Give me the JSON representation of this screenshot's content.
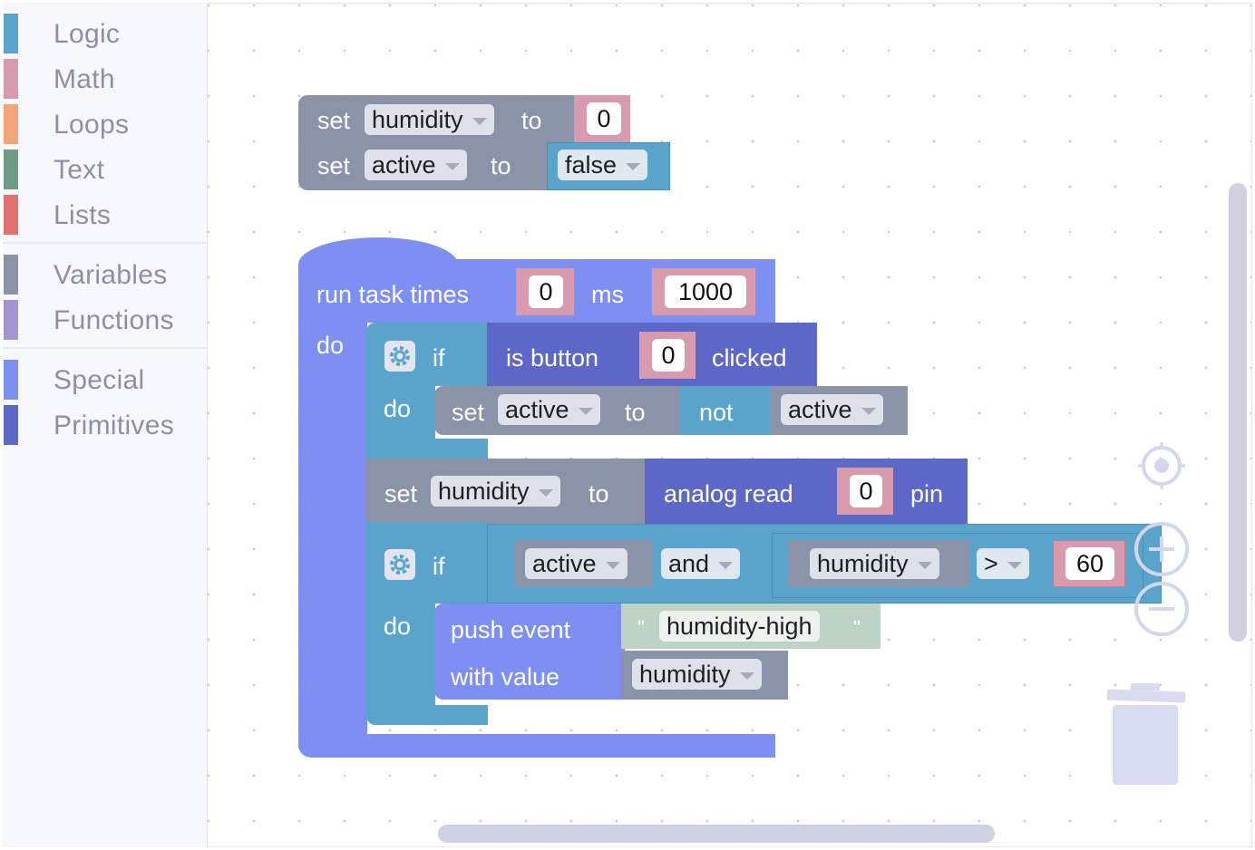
{
  "toolbox": {
    "categories": [
      {
        "label": "Logic",
        "color": "#5aa4cc"
      },
      {
        "label": "Math",
        "color": "#d89aad"
      },
      {
        "label": "Loops",
        "color": "#f3a47a"
      },
      {
        "label": "Text",
        "color": "#6f9c84"
      },
      {
        "label": "Lists",
        "color": "#e2706d"
      },
      {
        "label": "Variables",
        "color": "#8a93a8"
      },
      {
        "label": "Functions",
        "color": "#a394d2"
      },
      {
        "label": "Special",
        "color": "#7e8ff3"
      },
      {
        "label": "Primitives",
        "color": "#5c67c7"
      }
    ]
  },
  "blocks": {
    "init": {
      "set1": {
        "kw": "set",
        "var": "humidity",
        "to": "to",
        "value": "0"
      },
      "set2": {
        "kw": "set",
        "var": "active",
        "to": "to",
        "value": "false"
      }
    },
    "task": {
      "title": "run task times",
      "times": "0",
      "ms_label": "ms",
      "ms": "1000",
      "do": "do",
      "if1": {
        "if": "if",
        "cond_a": "is button",
        "button": "0",
        "cond_b": "clicked",
        "do": "do",
        "set": {
          "kw": "set",
          "var": "active",
          "to": "to",
          "not": "not",
          "operand": "active"
        }
      },
      "set_h": {
        "kw": "set",
        "var": "humidity",
        "to": "to",
        "read": "analog read",
        "pin_num": "0",
        "pin": "pin"
      },
      "if2": {
        "if": "if",
        "left": "active",
        "op": "and",
        "var": "humidity",
        "cmp": ">",
        "threshold": "60",
        "do": "do",
        "push": {
          "label": "push event",
          "open_quote": "\"",
          "event": "humidity-high",
          "close_quote": "\"",
          "with": "with value",
          "value": "humidity"
        }
      }
    }
  },
  "colors": {
    "variables": "#8a93a8",
    "math": "#d89aad",
    "logic": "#5aa4cc",
    "special": "#7e8ff3",
    "primitives": "#5c67c7",
    "text": "#bfd2c6"
  }
}
